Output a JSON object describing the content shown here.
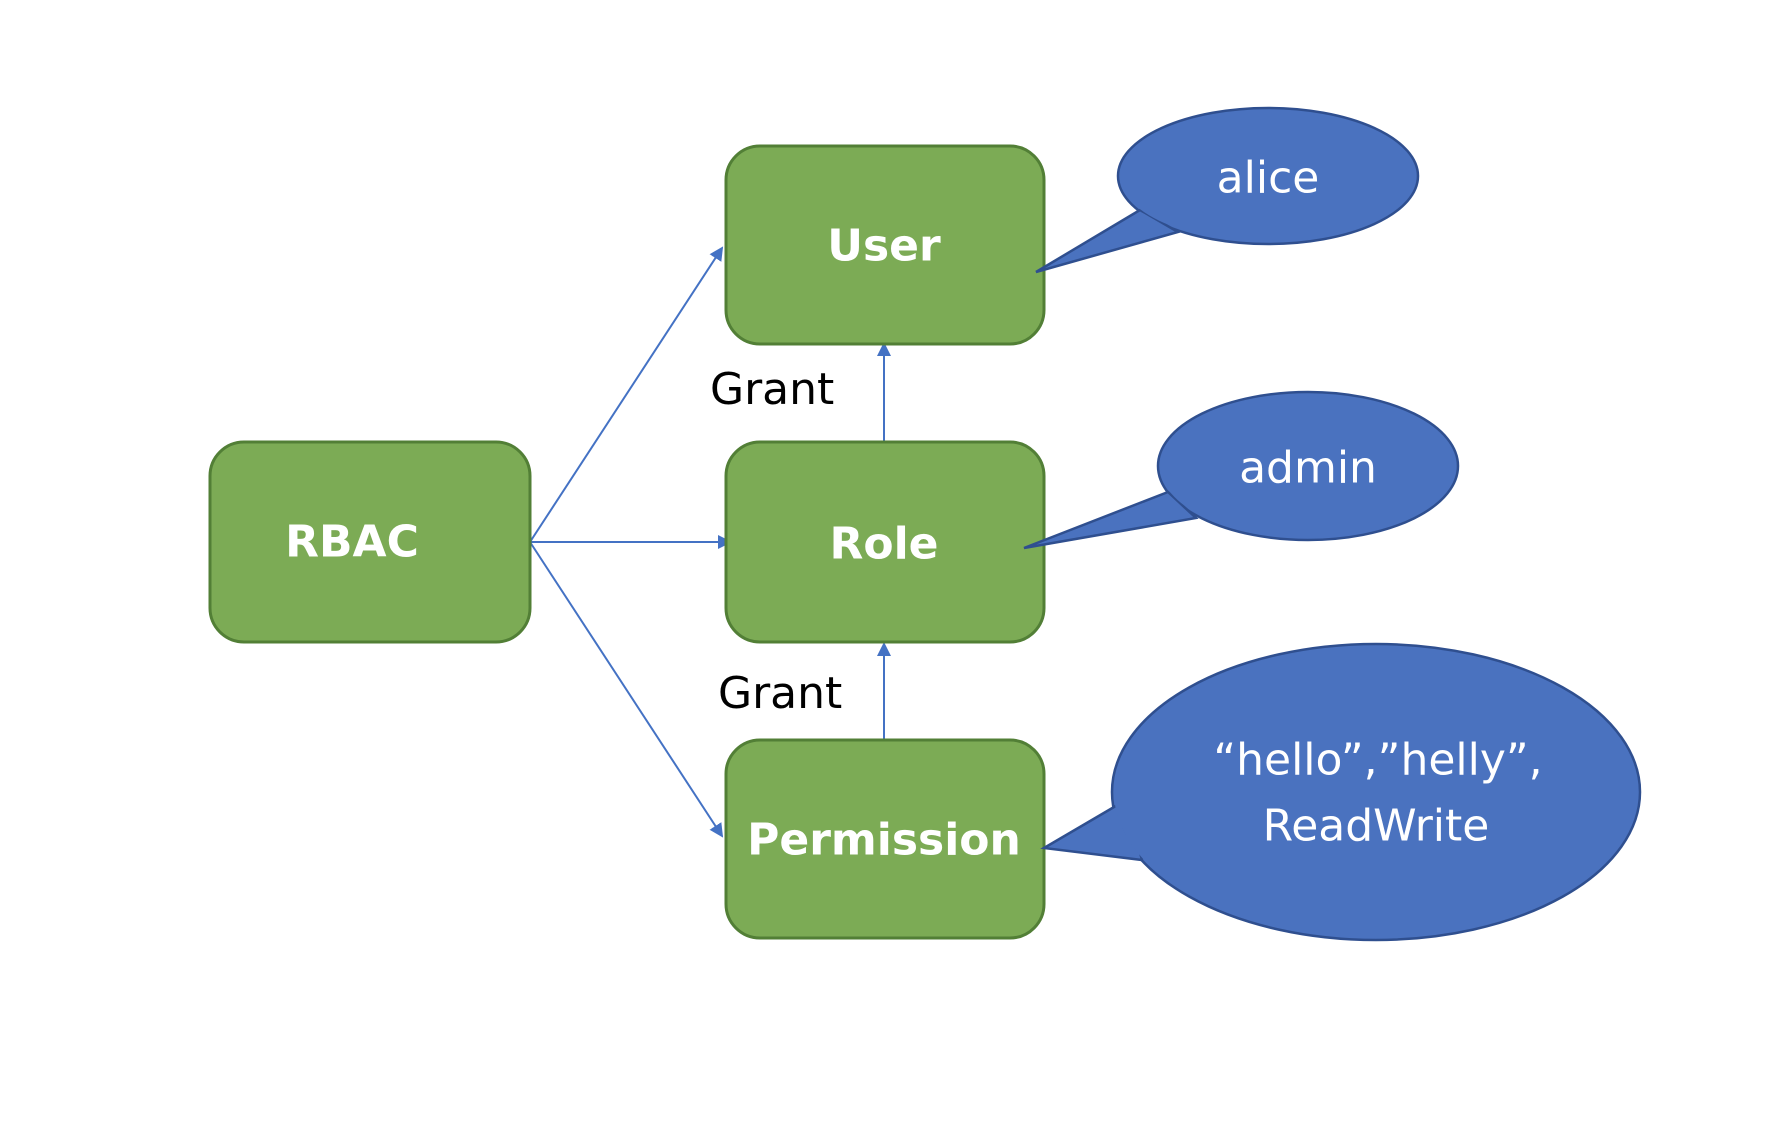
{
  "nodes": {
    "rbac": {
      "label": "RBAC"
    },
    "user": {
      "label": "User"
    },
    "role": {
      "label": "Role"
    },
    "permission": {
      "label": "Permission"
    }
  },
  "callouts": {
    "user": {
      "text": "alice"
    },
    "role": {
      "text": "admin"
    },
    "permission": {
      "line1": "“hello”,”helly”,",
      "line2": "ReadWrite"
    }
  },
  "edge_labels": {
    "role_to_user": "Grant",
    "permission_to_role": "Grant"
  },
  "colors": {
    "node_fill": "#7cab55",
    "node_border": "#527f36",
    "callout_fill": "#4a72bf",
    "arrow": "#4472c4"
  }
}
